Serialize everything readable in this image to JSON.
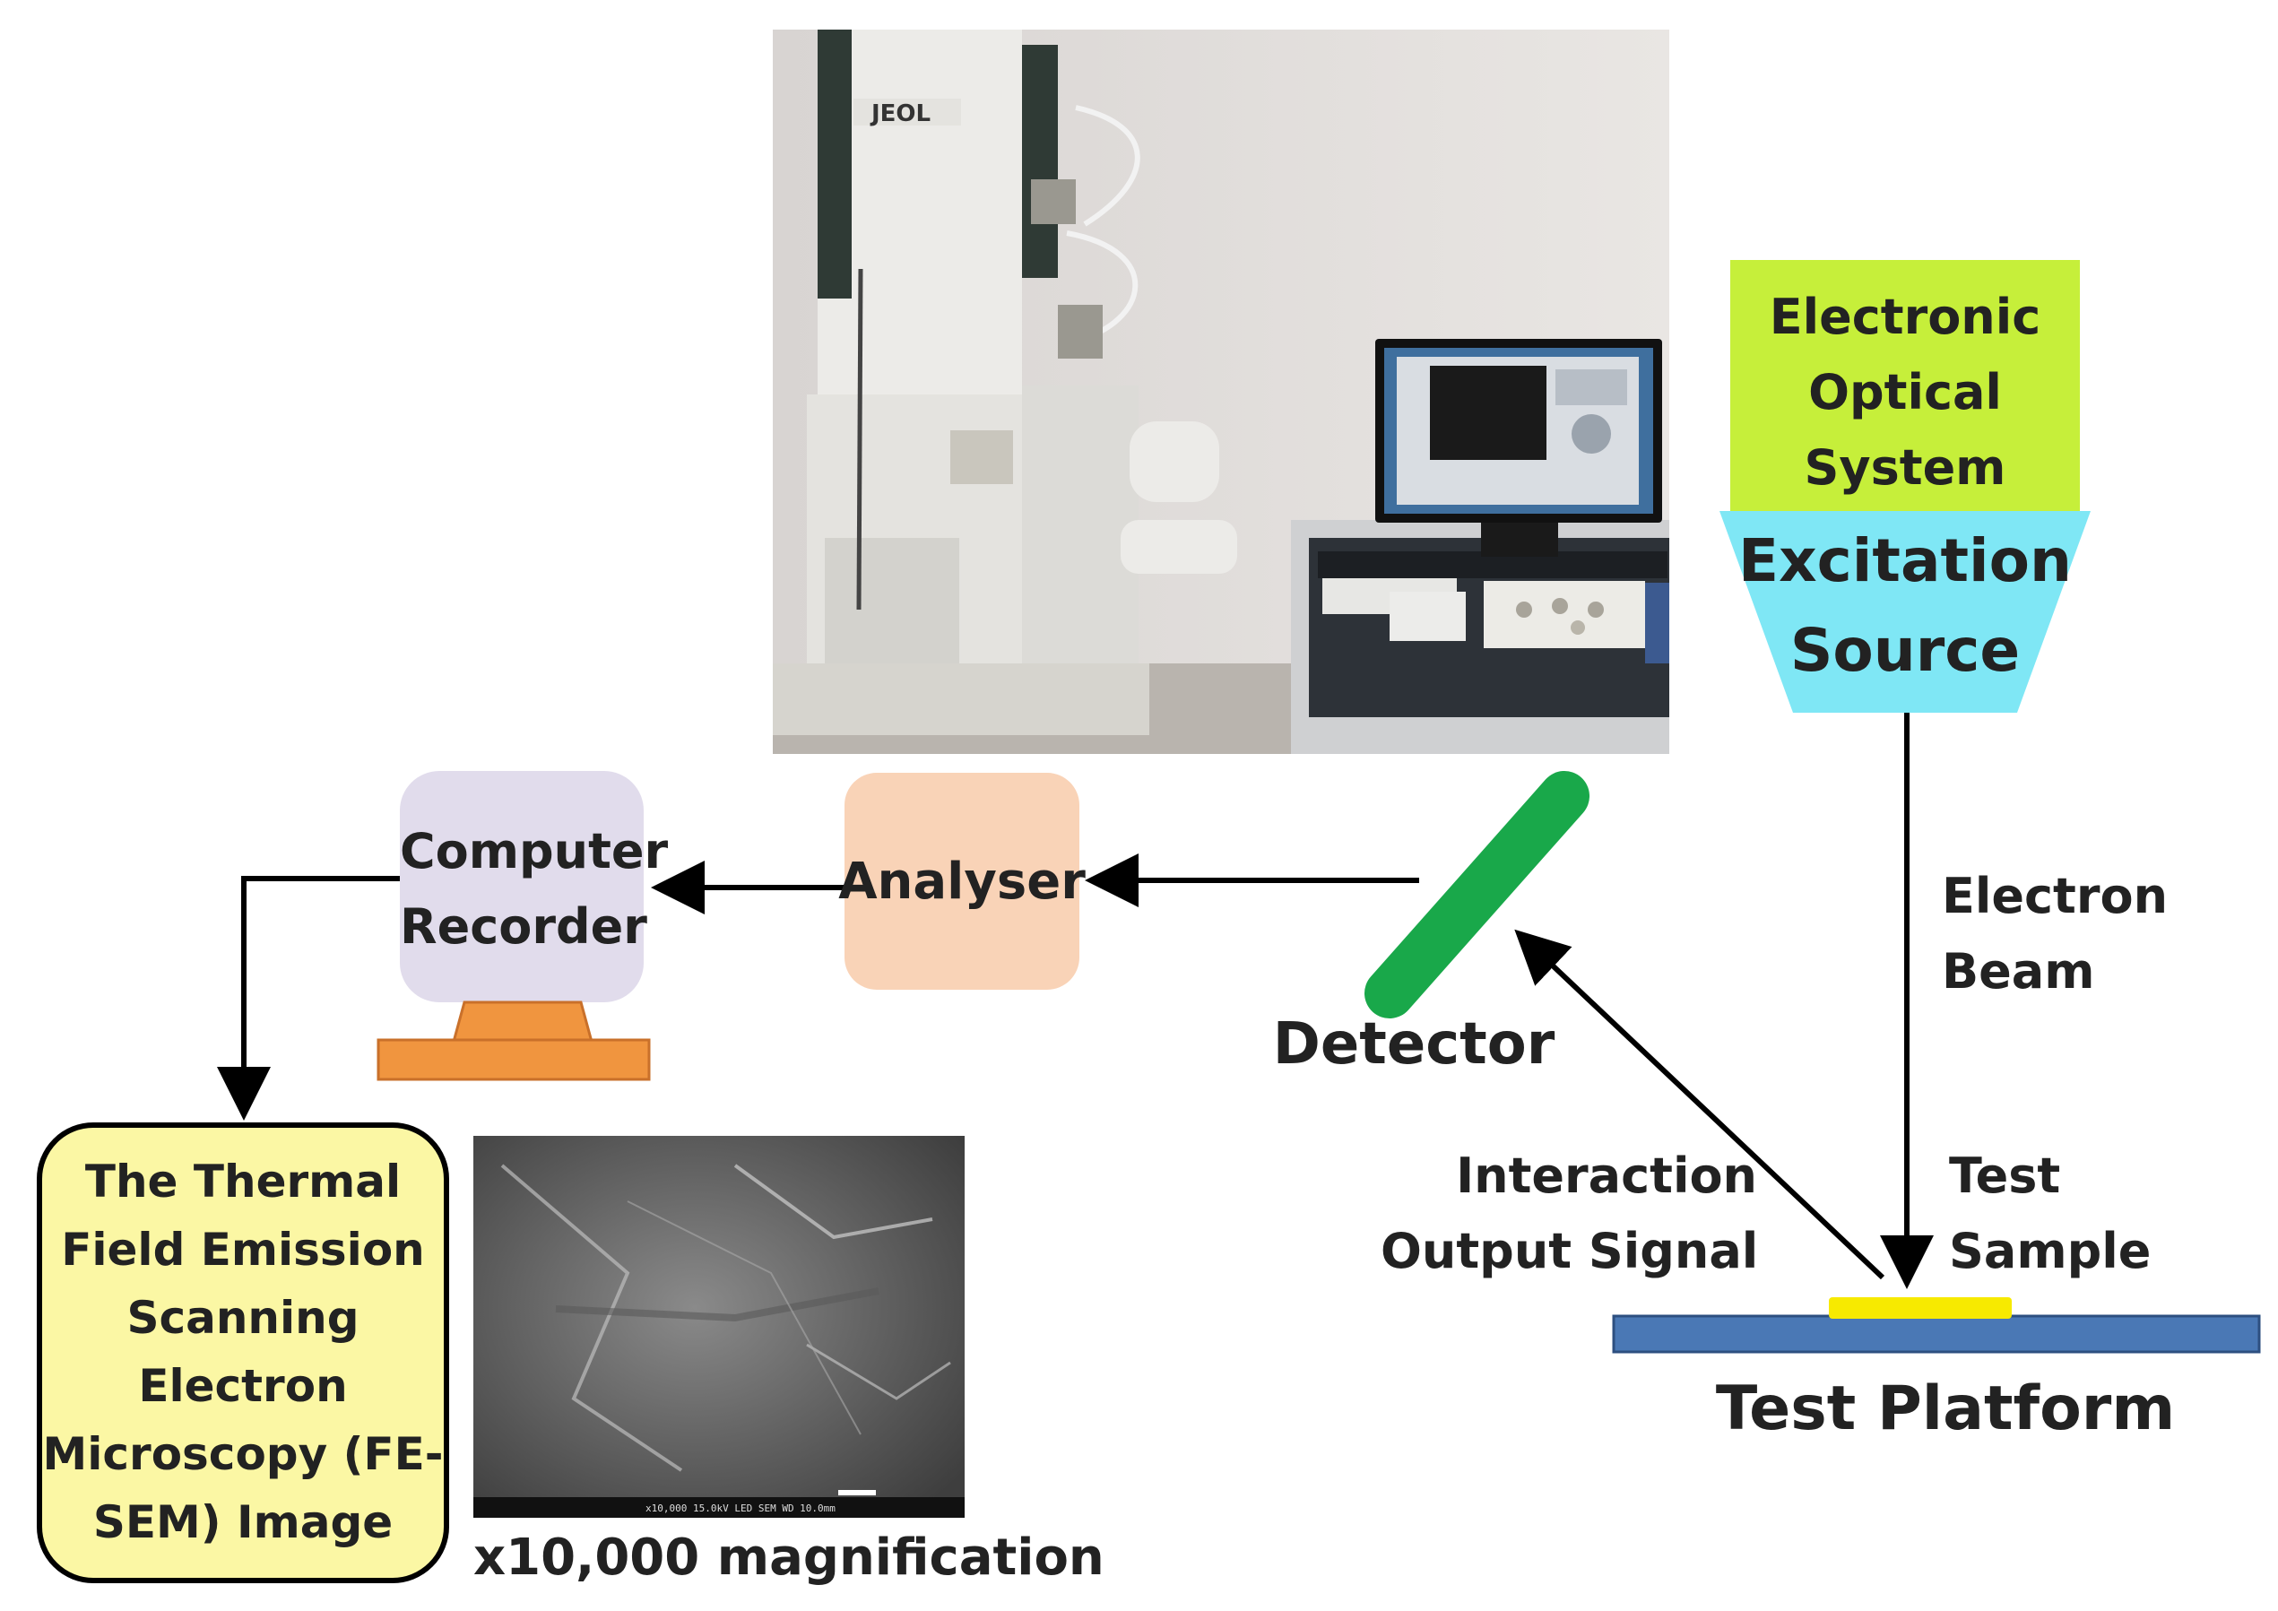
{
  "optical_system": {
    "line1": "Electronic",
    "line2": "Optical",
    "line3": "System"
  },
  "excitation_source": {
    "line1": "Excitation",
    "line2": "Source"
  },
  "electron_beam": {
    "line1": "Electron",
    "line2": "Beam"
  },
  "test_sample": {
    "line1": "Test",
    "line2": "Sample"
  },
  "test_platform": {
    "label": "Test Platform"
  },
  "interaction_signal": {
    "line1": "Interaction",
    "line2": "Output Signal"
  },
  "detector": {
    "label": "Detector"
  },
  "analyser": {
    "label": "Analyser"
  },
  "computer_recorder": {
    "line1": "Computer",
    "line2": "Recorder"
  },
  "fesem_image_box": {
    "lines": [
      "The Thermal",
      "Field Emission",
      "Scanning",
      "Electron",
      "Microscopy (FE-",
      "SEM) Image"
    ]
  },
  "magnification": {
    "label": "x10,000 magnification"
  },
  "microscope_photo": {
    "brand": "JEOL"
  },
  "sem_micrograph": {
    "footer": "x10,000   15.0kV LED   SEM   WD 10.0mm"
  },
  "colors": {
    "optical_system": "#c6ef3a",
    "excitation_source": "#7fe7f5",
    "detector": "#19a84a",
    "analyser": "#f9d3b7",
    "computer": "#e1dcec",
    "stand": "#f0953f",
    "fesem_box": "#fbf7a4",
    "platform": "#4a78b5",
    "sample": "#f7ea00"
  }
}
